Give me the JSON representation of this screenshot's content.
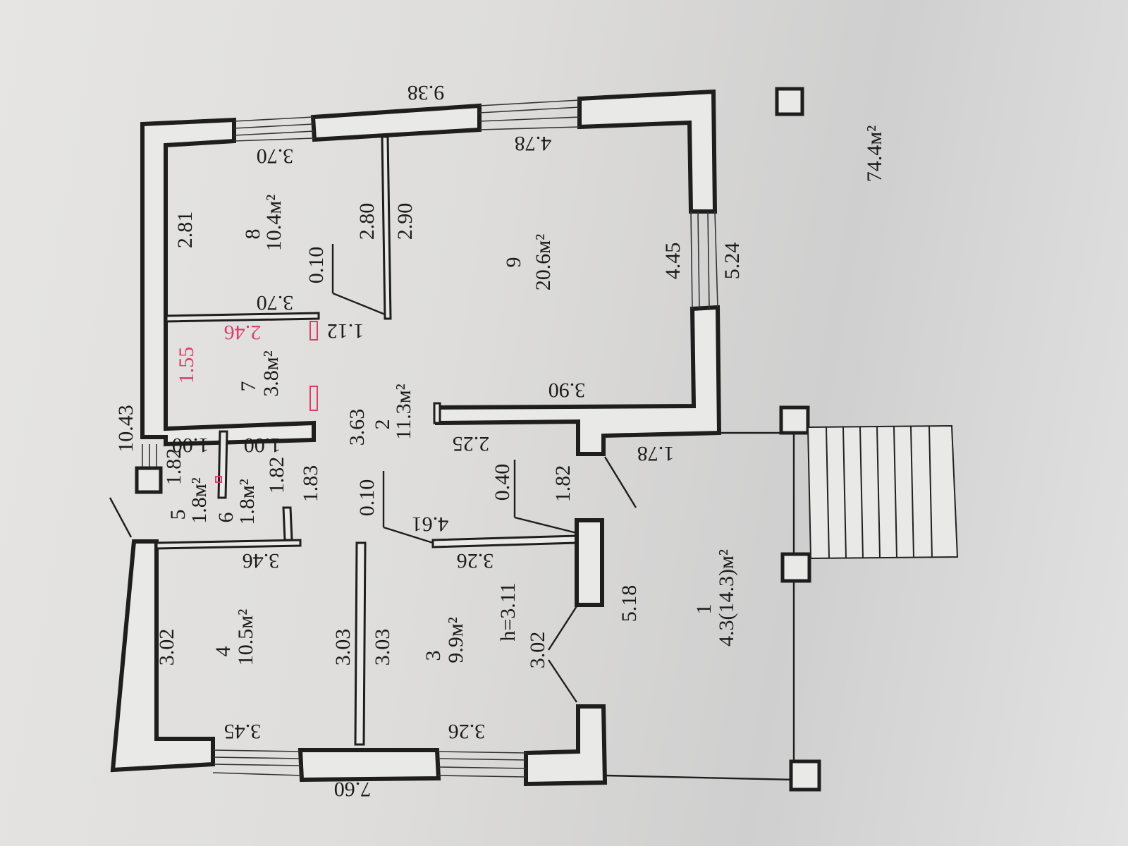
{
  "colors": {
    "wall_stroke": "#1e1e1e",
    "label": "#1b1b1b",
    "highlight": "#d6406a"
  },
  "rooms": {
    "r1": {
      "number": "1",
      "area": "4.3(14.3)м²"
    },
    "r2": {
      "number": "2",
      "area": "11.3м²"
    },
    "r3": {
      "number": "3",
      "area": "9.9м²"
    },
    "r4": {
      "number": "4",
      "area": "10.5м²"
    },
    "r5": {
      "number": "5",
      "area": "1.8м²"
    },
    "r6": {
      "number": "6",
      "area": "1.8м²"
    },
    "r7": {
      "number": "7",
      "area": "3.8м²"
    },
    "r8": {
      "number": "8",
      "area": "10.4м²"
    },
    "r9": {
      "number": "9",
      "area": "20.6м²"
    }
  },
  "total_area": "74.4м²",
  "ceiling_height": "h=3.11",
  "dimensions": {
    "d_938": "9.38",
    "d_760": "7.60",
    "d_1043": "10.43",
    "d_370a": "3.70",
    "d_478": "4.78",
    "d_281": "2.81",
    "d_280": "2.80",
    "d_290": "2.90",
    "d_010a": "0.10",
    "d_370b": "3.70",
    "d_112": "1.12",
    "d_246": "2.46",
    "d_155": "1.55",
    "d_445": "4.45",
    "d_524": "5.24",
    "d_390": "3.90",
    "d_363": "3.63",
    "d_225": "2.25",
    "d_178": "1.78",
    "d_100a": "1.00",
    "d_100b": "1.00",
    "d_182a": "1.82",
    "d_182b": "1.82",
    "d_183": "1.83",
    "d_010b": "0.10",
    "d_040": "0.40",
    "d_182c": "1.82",
    "d_461": "4.61",
    "d_346": "3.46",
    "d_326a": "3.26",
    "d_302a": "3.02",
    "d_303a": "3.03",
    "d_303b": "3.03",
    "d_302b": "3.02",
    "d_518": "5.18",
    "d_345": "3.45",
    "d_326b": "3.26"
  }
}
